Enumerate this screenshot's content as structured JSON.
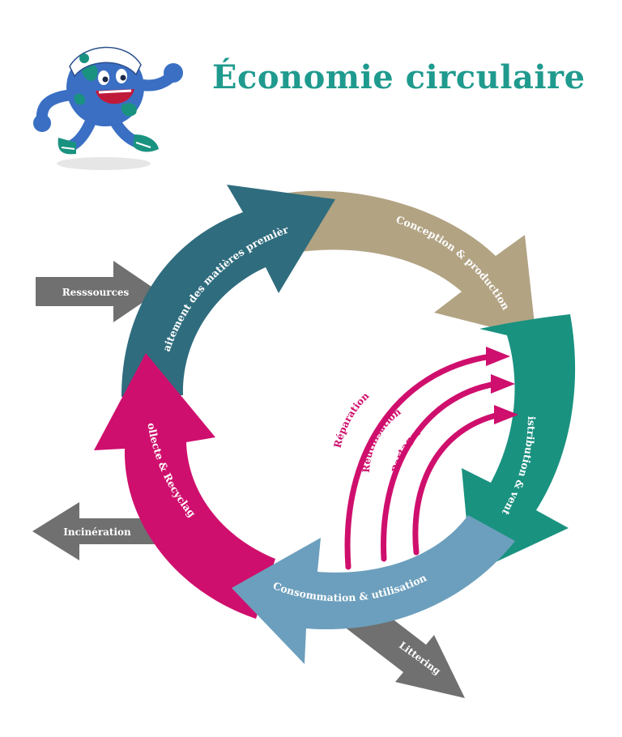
{
  "title": "Économie circulaire",
  "colors": {
    "title": "#1f9a8e",
    "teal_dark": "#2f6c7e",
    "tan": "#b2a383",
    "teal": "#1a9280",
    "blue": "#6c9fbd",
    "magenta": "#cf0f6d",
    "grey": "#707070",
    "white": "#ffffff"
  },
  "mascot": {
    "icon": "globe-mascot-icon"
  },
  "cycle": {
    "traitement": "Traitement des matières premières",
    "conception": "Conception & production",
    "distribution": "Distribution & vente",
    "consommation": "Consommation & utilisation",
    "collecte": "Collecte & Recyclage"
  },
  "loops": {
    "reparation": "Réparation",
    "reutilisation": "Réutilisation",
    "partager": "Partager"
  },
  "flows": {
    "ressources": "Resssources",
    "incineration": "Incinération",
    "littering": "Littering"
  }
}
